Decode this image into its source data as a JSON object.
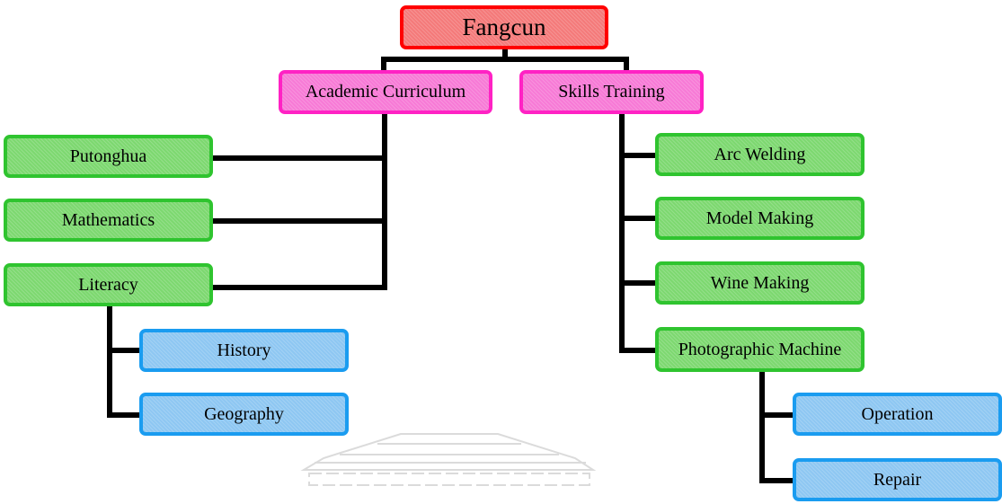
{
  "root": {
    "label": "Fangcun"
  },
  "branches": {
    "academic": {
      "label": "Academic Curriculum",
      "children": {
        "putonghua": {
          "label": "Putonghua"
        },
        "mathematics": {
          "label": "Mathematics"
        },
        "literacy": {
          "label": "Literacy",
          "children": {
            "history": {
              "label": "History"
            },
            "geography": {
              "label": "Geography"
            }
          }
        }
      }
    },
    "skills": {
      "label": "Skills Training",
      "children": {
        "arc_welding": {
          "label": "Arc Welding"
        },
        "model_making": {
          "label": "Model Making"
        },
        "wine_making": {
          "label": "Wine Making"
        },
        "photographic_machine": {
          "label": "Photographic Machine",
          "children": {
            "operation": {
              "label": "Operation"
            },
            "repair": {
              "label": "Repair"
            }
          }
        }
      }
    }
  },
  "colors": {
    "connector": "#000000",
    "root_fill": "#f47a7a",
    "root_border": "#ff0000",
    "branch_fill": "#f77ad6",
    "branch_border": "#ff22c4",
    "item_fill": "#7dd870",
    "item_border": "#2fc42f",
    "subitem_fill": "#8ec7f2",
    "subitem_border": "#1a9cf0",
    "watermark": "#d8d8d8"
  }
}
